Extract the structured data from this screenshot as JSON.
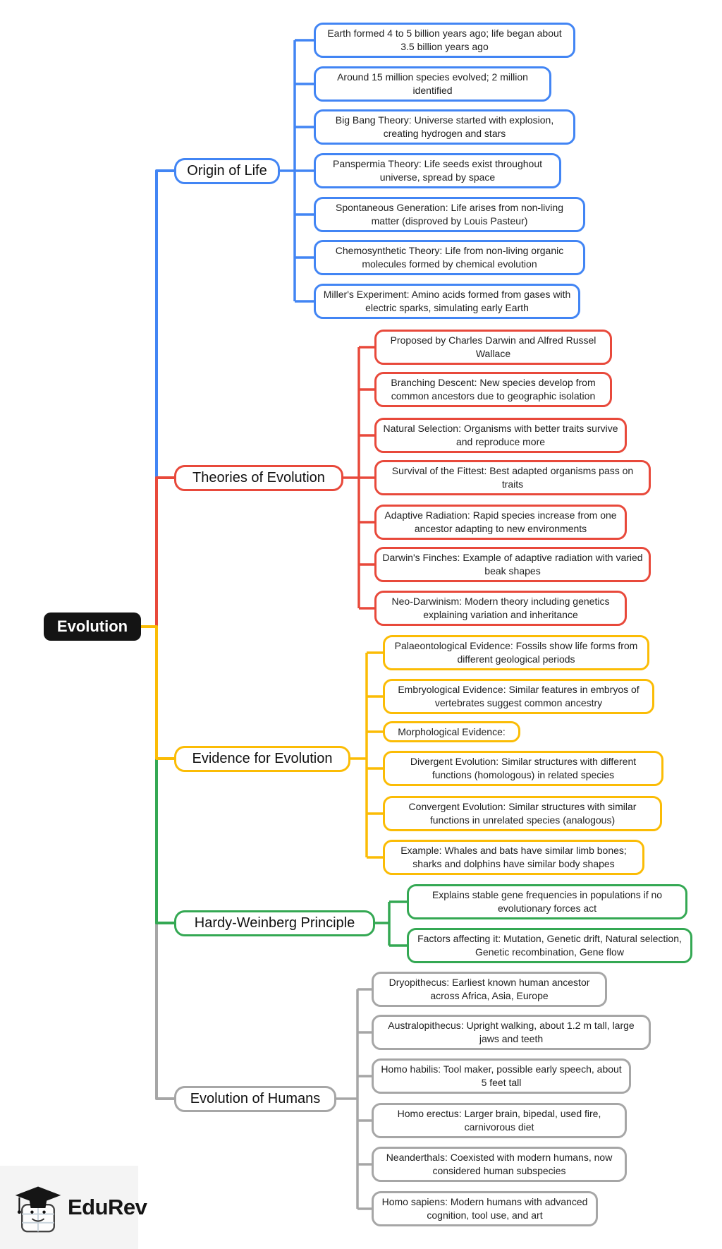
{
  "root": {
    "label": "Evolution"
  },
  "branches": [
    {
      "label": "Origin of Life",
      "color": "#4285f4",
      "leaves": [
        "Earth formed 4 to 5 billion years ago; life began about 3.5 billion years ago",
        "Around 15 million species evolved; 2 million identified",
        "Big Bang Theory: Universe started with explosion, creating hydrogen and stars",
        "Panspermia Theory: Life seeds exist throughout universe, spread by space",
        "Spontaneous Generation: Life arises from non-living matter (disproved by Louis Pasteur)",
        "Chemosynthetic Theory: Life from non-living organic molecules formed by chemical evolution",
        "Miller's Experiment: Amino acids formed from gases with electric sparks, simulating early Earth"
      ]
    },
    {
      "label": "Theories of Evolution",
      "color": "#e8493b",
      "leaves": [
        "Proposed by Charles Darwin and Alfred Russel Wallace",
        "Branching Descent: New species develop from common ancestors due to geographic isolation",
        "Natural Selection: Organisms with better traits survive and reproduce more",
        "Survival of the Fittest: Best adapted organisms pass on traits",
        "Adaptive Radiation: Rapid species increase from one ancestor adapting to new environments",
        "Darwin's Finches: Example of adaptive radiation with varied beak shapes",
        "Neo-Darwinism: Modern theory including genetics explaining variation and inheritance"
      ]
    },
    {
      "label": "Evidence for Evolution",
      "color": "#fbbc05",
      "leaves": [
        "Palaeontological Evidence: Fossils show life forms from different geological periods",
        "Embryological Evidence: Similar features in embryos of vertebrates suggest common ancestry",
        "Morphological Evidence:",
        "Divergent Evolution: Similar structures with different functions (homologous) in related species",
        "Convergent Evolution: Similar structures with similar functions in unrelated species (analogous)",
        "Example: Whales and bats have similar limb bones; sharks and dolphins have similar body shapes"
      ]
    },
    {
      "label": "Hardy-Weinberg Principle",
      "color": "#34a853",
      "leaves": [
        "Explains stable gene frequencies in populations if no evolutionary forces act",
        "Factors affecting it: Mutation, Genetic drift, Natural selection, Genetic recombination, Gene flow"
      ]
    },
    {
      "label": "Evolution of Humans",
      "color": "#a6a6a6",
      "leaves": [
        "Dryopithecus: Earliest known human ancestor across Africa, Asia, Europe",
        "Australopithecus: Upright walking, about 1.2 m tall, large jaws and teeth",
        "Homo habilis: Tool maker, possible early speech, about 5 feet tall",
        "Homo erectus: Larger brain, bipedal, used fire, carnivorous diet",
        "Neanderthals: Coexisted with modern humans, now considered human subspecies",
        "Homo sapiens: Modern humans with advanced cognition, tool use, and art"
      ]
    }
  ],
  "footer": {
    "brand": "EduRev"
  }
}
